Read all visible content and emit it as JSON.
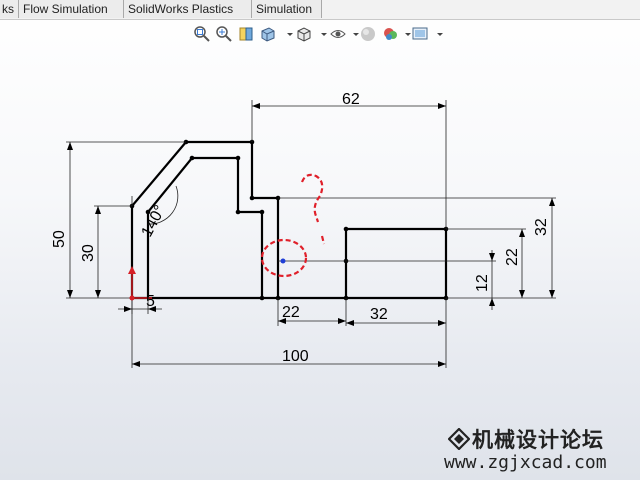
{
  "tabs": [
    {
      "label": "ks"
    },
    {
      "label": "Flow Simulation"
    },
    {
      "label": "SolidWorks Plastics"
    },
    {
      "label": "Simulation"
    }
  ],
  "toolbar": {
    "icons": [
      "zoom-to-fit-icon",
      "zoom-to-area-icon",
      "previous-view-icon",
      "section-view-icon",
      "view-orientation-icon",
      "display-style-icon",
      "hide-show-items-icon",
      "edit-appearance-icon",
      "apply-scene-icon",
      "view-settings-icon"
    ]
  },
  "dimensions": {
    "width_62": "62",
    "height_50": "50",
    "height_30": "30",
    "angle_140": "140°",
    "thick_5": "5",
    "width_22": "22",
    "width_32_bottom": "32",
    "width_100": "100",
    "height_32_right": "32",
    "height_22_right": "22",
    "height_12": "12"
  },
  "colors": {
    "sketch_line": "#000000",
    "markup": "#e0202a",
    "dim_line": "#000000",
    "origin": "#d61f26"
  },
  "watermark": {
    "title": "机械设计论坛",
    "url": "www.zgjxcad.com"
  }
}
